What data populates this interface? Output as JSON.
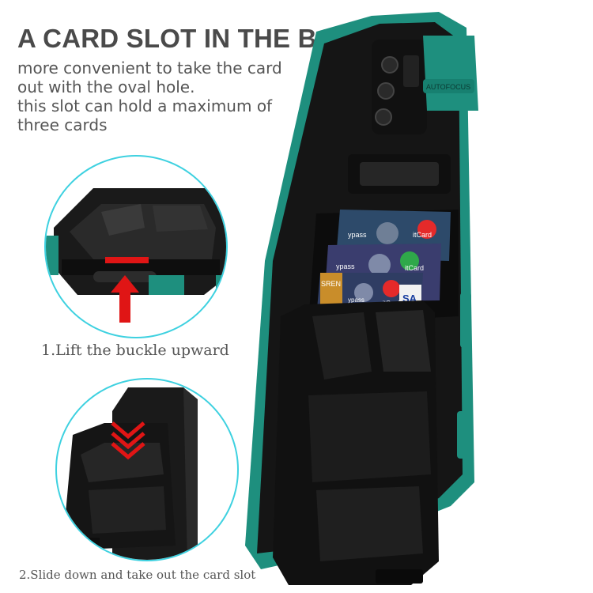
{
  "headline": "A CARD SLOT IN THE BACK",
  "description_lines": [
    "more convenient to take the card",
    "out with the oval hole.",
    "this slot can hold a maximum of",
    "three cards"
  ],
  "step1_label": "1.Lift the buckle upward",
  "step2_label": "2.Slide down and take out the card slot",
  "camera_badge": "AUTOFOCUS",
  "card_texts": {
    "card1_left": "ypass",
    "card1_right": "itCard",
    "card2_left": "ypass",
    "card2_right": "itCard",
    "card3_left": "SREN",
    "card3_mid": "ypass",
    "card3_right": "itCard",
    "card3_visa": "SA"
  },
  "colors": {
    "accent_teal": "#1e8f7e",
    "case_black": "#151515",
    "circle_outline": "#3ed1e0",
    "arrow_red": "#e01515"
  }
}
